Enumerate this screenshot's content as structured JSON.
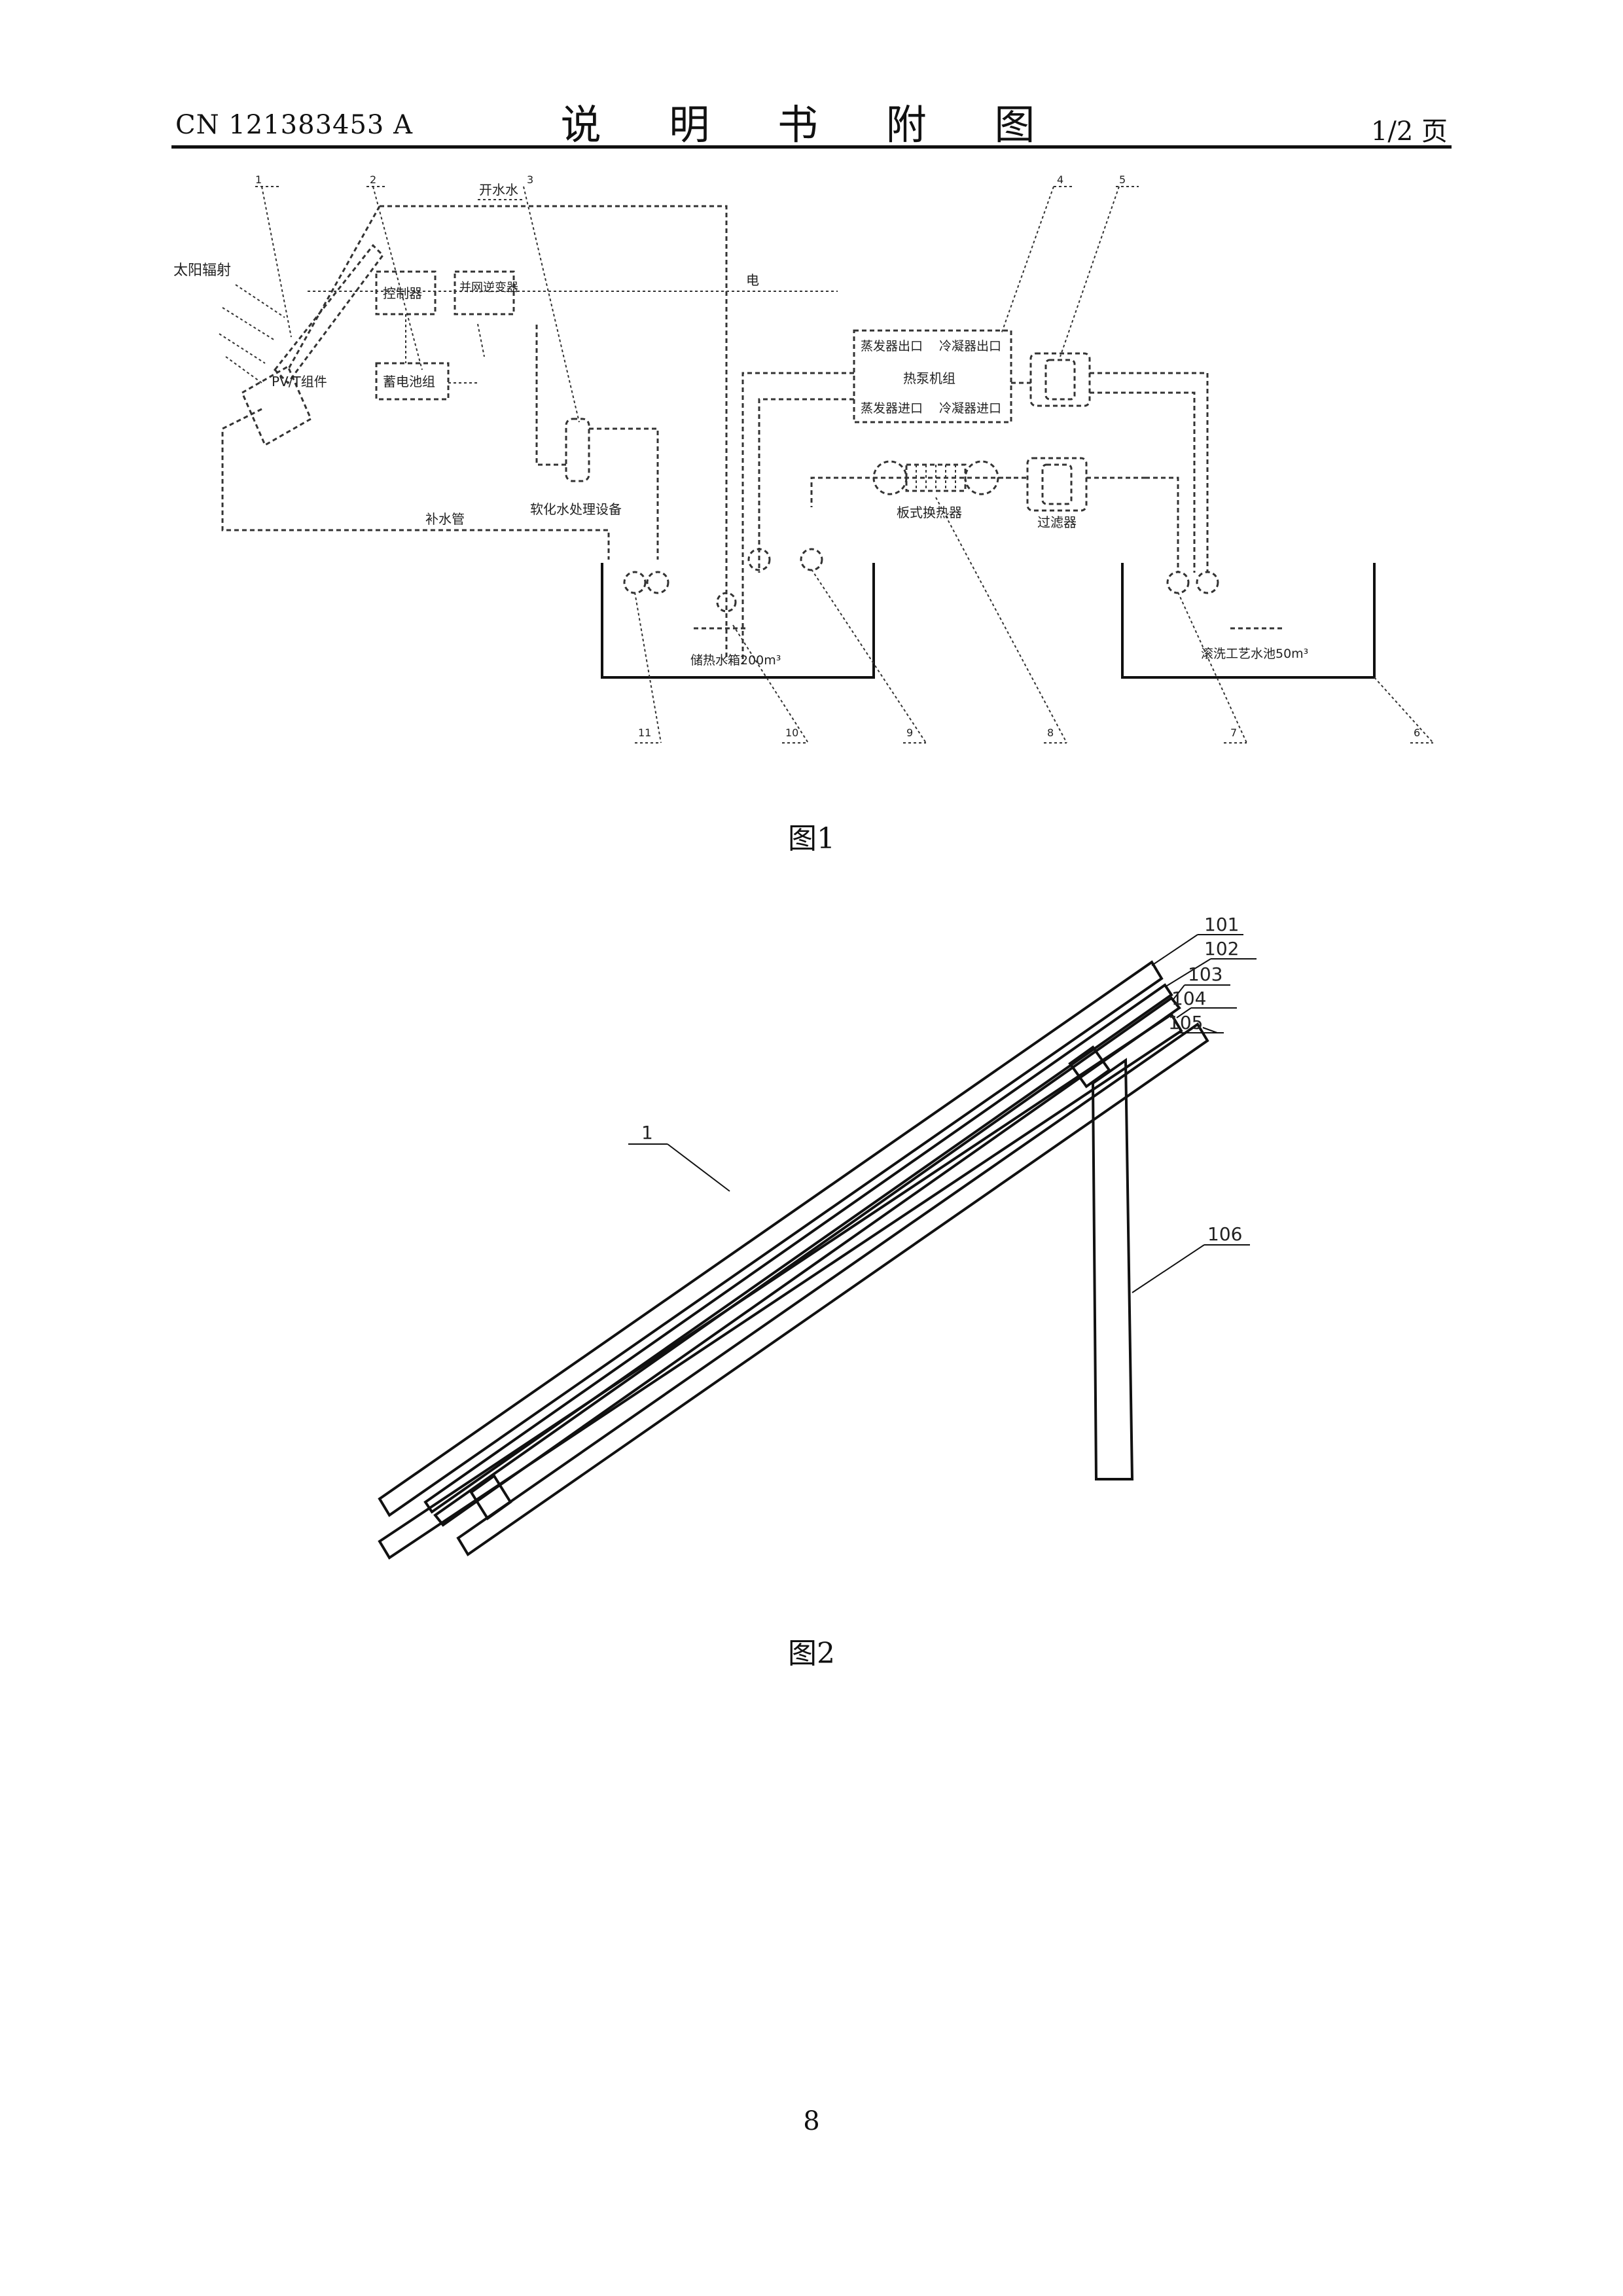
{
  "header": {
    "publication_number": "CN 121383453 A",
    "title": "说 明 书 附 图",
    "page_fraction": "1/2 页"
  },
  "figure1": {
    "caption": "图1",
    "labels": {
      "sunlight": "太阳辐射",
      "pvt": "PV/T组件",
      "controller": "控制器",
      "inverter": "并网逆变器",
      "battery": "蓄电池组",
      "tap_water": "开水水",
      "electric": "电",
      "evap_out": "蒸发器出口",
      "cond_out": "冷凝器出口",
      "heat_pump": "热泵机组",
      "evap_in": "蒸发器进口",
      "cond_in": "冷凝器进口",
      "plate_hx": "板式换热器",
      "filter": "过滤器",
      "softener": "软化水处理设备",
      "makeup": "补水管",
      "pool_left": "储热水箱200m³",
      "pool_right": "滚洗工艺水池50m³"
    },
    "refs": [
      "1",
      "2",
      "3",
      "4",
      "5",
      "6",
      "7",
      "8",
      "9",
      "10",
      "11"
    ]
  },
  "figure2": {
    "caption": "图2",
    "refs": [
      "101",
      "102",
      "103",
      "104",
      "105",
      "106",
      "1"
    ]
  },
  "page_number": "8"
}
